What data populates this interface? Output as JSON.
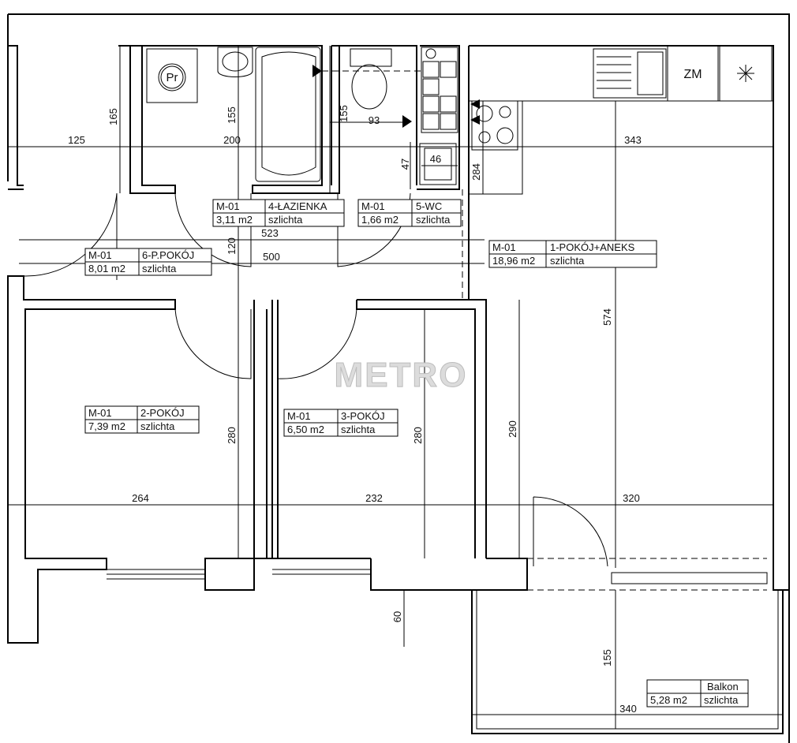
{
  "watermark": "METRO",
  "rooms": [
    {
      "code": "M-01",
      "name": "1-POKÓJ+ANEKS",
      "area": "18,96 m2",
      "finish": "szlichta"
    },
    {
      "code": "M-01",
      "name": "2-POKÓJ",
      "area": "7,39 m2",
      "finish": "szlichta"
    },
    {
      "code": "M-01",
      "name": "3-POKÓJ",
      "area": "6,50 m2",
      "finish": "szlichta"
    },
    {
      "code": "M-01",
      "name": "4-ŁAZIENKA",
      "area": "3,11 m2",
      "finish": "szlichta"
    },
    {
      "code": "M-01",
      "name": "5-WC",
      "area": "1,66 m2",
      "finish": "szlichta"
    },
    {
      "code": "M-01",
      "name": "6-P.POKÓJ",
      "area": "8,01 m2",
      "finish": "szlichta"
    },
    {
      "code": "",
      "name": "Balkon",
      "area": "5,28 m2",
      "finish": "szlichta"
    }
  ],
  "fixtures": {
    "washer": "Pr",
    "boiler": "ZM"
  },
  "dimensions": {
    "d125": "125",
    "d165": "165",
    "d200": "200",
    "d155a": "155",
    "d155b": "155",
    "d93": "93",
    "d47": "47",
    "d46": "46",
    "d284": "284",
    "d343": "343",
    "d523": "523",
    "d500": "500",
    "d120": "120",
    "d574": "574",
    "d280a": "280",
    "d280b": "280",
    "d290": "290",
    "d264": "264",
    "d232": "232",
    "d320": "320",
    "d60": "60",
    "d155c": "155",
    "d340": "340"
  }
}
